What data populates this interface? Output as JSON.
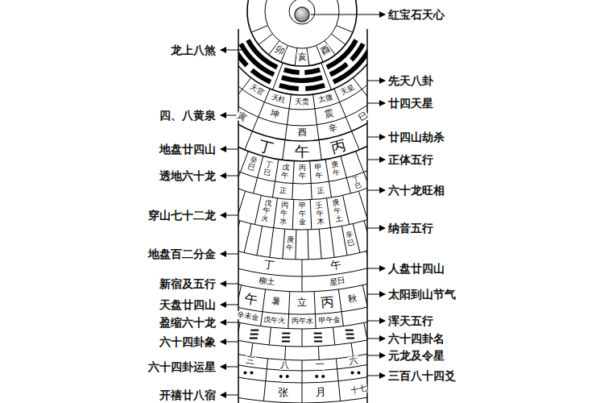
{
  "diagram": {
    "labels": [
      "龙上八煞",
      "四、八黄泉",
      "地盘廿四山",
      "透地六十龙",
      "穿山七十二龙",
      "地盘百二分金",
      "新宿及五行",
      "天盘廿四山",
      "盈缩六十龙",
      "六十四卦象",
      "六十四卦运星",
      "开禧廿八宿",
      "红宝石天心",
      "先天八卦",
      "廿四天星",
      "廿四山劫杀",
      "正体五行",
      "六十龙旺相",
      "纳音五行",
      "人盘廿四山",
      "太阳到山节气",
      "浑天五行",
      "六十四卦名",
      "元龙及令星",
      "三百八十四爻",
      "卯",
      "亥",
      "酉",
      "天官",
      "天柱",
      "天贵",
      "太微",
      "天皇",
      "坤",
      "震",
      "寅",
      "酉",
      "辛",
      "巳",
      "丁",
      "午",
      "丙",
      "癸巳",
      "丁巳",
      "戊午",
      "丙午",
      "甲午",
      "庚午",
      "正",
      "正",
      "丁巳",
      "戊午火",
      "丙午水",
      "甲午金",
      "壬午木",
      "庚午土",
      "庚午",
      "辛巳",
      "丁",
      "午",
      "柳土",
      "星日",
      "午",
      "暑",
      "立",
      "丙",
      "秋",
      "辛未金",
      "戊午火",
      "丙午水",
      "甲午金",
      "三",
      "八",
      "一",
      "六",
      "张",
      "月",
      "十七"
    ]
  }
}
